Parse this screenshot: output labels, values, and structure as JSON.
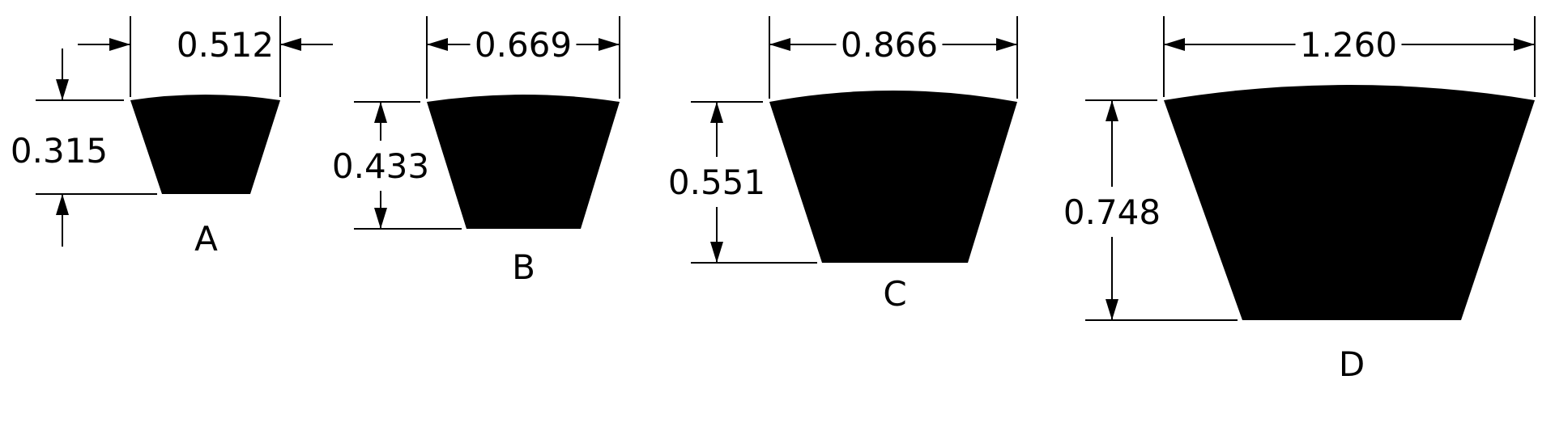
{
  "belts": [
    {
      "label": "A",
      "top_width": "0.512",
      "height": "0.315"
    },
    {
      "label": "B",
      "top_width": "0.669",
      "height": "0.433"
    },
    {
      "label": "C",
      "top_width": "0.866",
      "height": "0.551"
    },
    {
      "label": "D",
      "top_width": "1.260",
      "height": "0.748"
    }
  ],
  "colors": {
    "ink": "#000000",
    "background": "#ffffff"
  }
}
